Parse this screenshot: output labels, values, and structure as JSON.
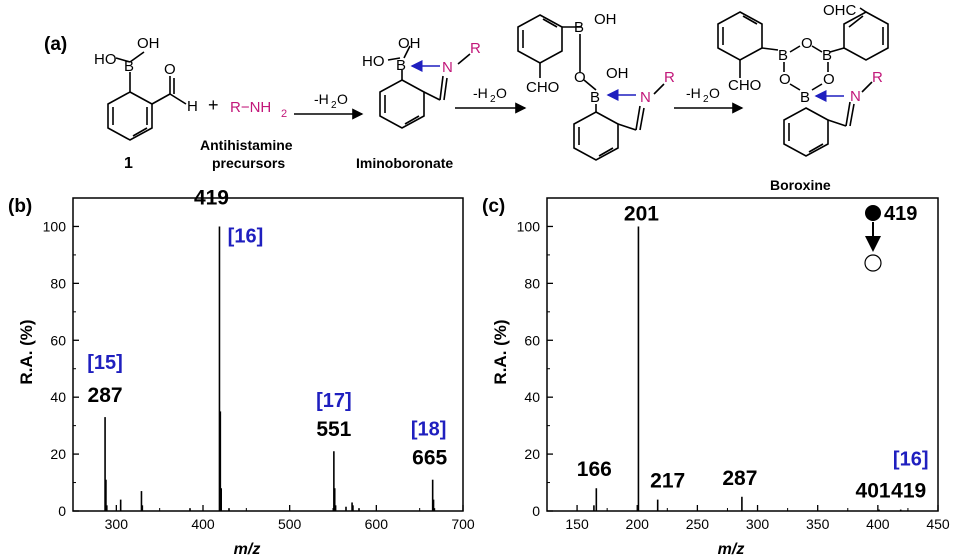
{
  "scheme": {
    "panel_label": "(a)",
    "compound1_number": "1",
    "compound1_oh_left": "HO",
    "compound1_oh_top": "OH",
    "compound1_b": "B",
    "compound1_h": "H",
    "plus": "+",
    "amine": "R−NH",
    "amine_sub": "2",
    "amine_caption_1": "Antihistamine",
    "amine_caption_2": "precursors",
    "water_loss": "-H",
    "water_sub": "2",
    "water_o": "O",
    "iminoboronate_label": "Iminoboronate",
    "imino_ho": "HO",
    "imino_oh": "OH",
    "imino_b": "B",
    "imino_n": "N",
    "imino_r": "R",
    "dimer_b": "B",
    "dimer_oh": "OH",
    "dimer_cho": "CHO",
    "dimer_o": "O",
    "boroxine_label": "Boroxine",
    "boroxine_ohc": "OHC",
    "boroxine_cho": "CHO"
  },
  "colors": {
    "amine": "#c2187a",
    "arrow": "#1f1fbf",
    "citation": "#1f1fbf",
    "text": "#000000"
  },
  "chart_data": [
    {
      "panel_label": "(b)",
      "type": "bar",
      "xlabel": "m/z",
      "ylabel": "R.A. (%)",
      "xlim": [
        250,
        700
      ],
      "ylim": [
        0,
        110
      ],
      "xticks": [
        300,
        400,
        500,
        600,
        700
      ],
      "yticks": [
        0,
        20,
        40,
        60,
        80,
        100
      ],
      "peaks": [
        {
          "x": 287,
          "y": 33
        },
        {
          "x": 288,
          "y": 11
        },
        {
          "x": 289,
          "y": 2
        },
        {
          "x": 305,
          "y": 4
        },
        {
          "x": 329,
          "y": 7
        },
        {
          "x": 330,
          "y": 2
        },
        {
          "x": 385,
          "y": 1
        },
        {
          "x": 419,
          "y": 100
        },
        {
          "x": 420,
          "y": 35
        },
        {
          "x": 421,
          "y": 8
        },
        {
          "x": 430,
          "y": 1
        },
        {
          "x": 551,
          "y": 21
        },
        {
          "x": 552,
          "y": 8
        },
        {
          "x": 553,
          "y": 2
        },
        {
          "x": 565,
          "y": 1.5
        },
        {
          "x": 572,
          "y": 3
        },
        {
          "x": 573,
          "y": 2
        },
        {
          "x": 580,
          "y": 1
        },
        {
          "x": 665,
          "y": 11
        },
        {
          "x": 666,
          "y": 4
        },
        {
          "x": 667,
          "y": 1
        }
      ],
      "annotations": [
        {
          "text": "419",
          "x": 419,
          "y": 100,
          "kind": "mz"
        },
        {
          "text": "[16]",
          "x": 419,
          "y": 100,
          "kind": "ref"
        },
        {
          "text": "287",
          "x": 287,
          "y": 33,
          "kind": "mz"
        },
        {
          "text": "[15]",
          "x": 287,
          "y": 33,
          "kind": "ref"
        },
        {
          "text": "551",
          "x": 551,
          "y": 21,
          "kind": "mz"
        },
        {
          "text": "[17]",
          "x": 551,
          "y": 21,
          "kind": "ref"
        },
        {
          "text": "665",
          "x": 665,
          "y": 11,
          "kind": "mz"
        },
        {
          "text": "[18]",
          "x": 665,
          "y": 11,
          "kind": "ref"
        }
      ]
    },
    {
      "panel_label": "(c)",
      "type": "bar",
      "xlabel": "m/z",
      "ylabel": "R.A. (%)",
      "xlim": [
        125,
        450
      ],
      "ylim": [
        0,
        110
      ],
      "xticks": [
        150,
        200,
        250,
        300,
        350,
        400,
        450
      ],
      "yticks": [
        0,
        20,
        40,
        60,
        80,
        100
      ],
      "peaks": [
        {
          "x": 164,
          "y": 2
        },
        {
          "x": 166,
          "y": 8
        },
        {
          "x": 201,
          "y": 100
        },
        {
          "x": 217,
          "y": 4
        },
        {
          "x": 287,
          "y": 5
        },
        {
          "x": 401,
          "y": 0.5
        },
        {
          "x": 419,
          "y": 0.5
        }
      ],
      "annotations": [
        {
          "text": "201",
          "x": 201,
          "y": 100,
          "kind": "mz"
        },
        {
          "text": "166",
          "x": 166,
          "y": 8,
          "kind": "mz"
        },
        {
          "text": "217",
          "x": 217,
          "y": 4,
          "kind": "mz"
        },
        {
          "text": "287",
          "x": 287,
          "y": 5,
          "kind": "mz"
        },
        {
          "text": "401",
          "x": 401,
          "y": 0.5,
          "kind": "mz"
        },
        {
          "text": "419",
          "x": 419,
          "y": 0.5,
          "kind": "mz"
        },
        {
          "text": "[16]",
          "x": 419,
          "y": 0.5,
          "kind": "ref"
        }
      ],
      "precursor_label": "419"
    }
  ]
}
